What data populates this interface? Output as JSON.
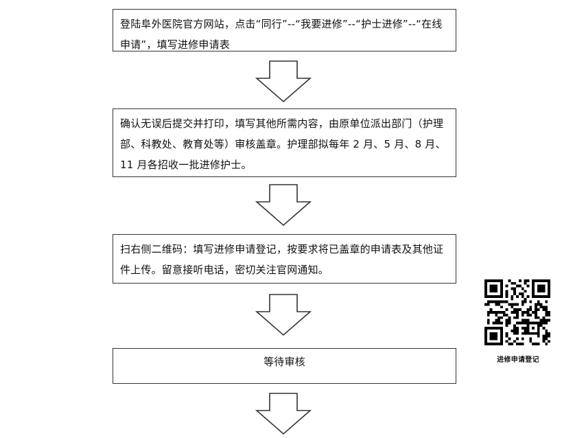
{
  "steps": [
    {
      "text": "登陆阜外医院官方网站，点击“同行”--“我要进修”--“护士进修”--“在线申请”，填写进修申请表"
    },
    {
      "text": "确认无误后提交并打印，填写其他所需内容，由原单位派出部门（护理部、科教处、教育处等）审核盖章。护理部拟每年 2 月、5 月、8 月、11 月各招收一批进修护士。"
    },
    {
      "text": "扫右侧二维码：填写进修申请登记，按要求将已盖章的申请表及其他证件上传。留意接听电话，密切关注官网通知。"
    },
    {
      "text": "等待审核"
    }
  ],
  "qr": {
    "caption": "进修申请登记"
  },
  "colors": {
    "border": "#333333",
    "text": "#111111",
    "qr": "#000000"
  }
}
